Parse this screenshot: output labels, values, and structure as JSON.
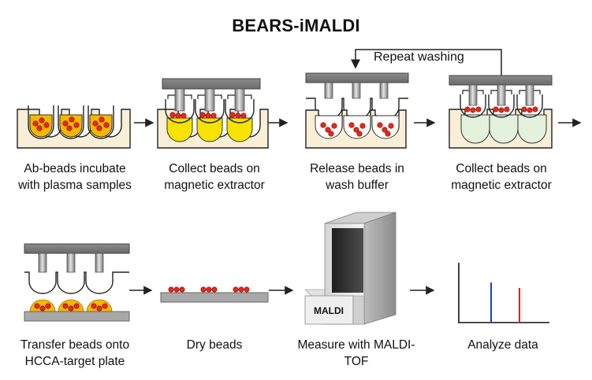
{
  "title": "BEARS-iMALDI",
  "repeat_label": "Repeat washing",
  "machine_label": "MALDI",
  "steps": [
    {
      "line1": "Ab-beads incubate",
      "line2": "with plasma samples"
    },
    {
      "line1": "Collect beads on",
      "line2": "magnetic extractor"
    },
    {
      "line1": "Release beads in",
      "line2": "wash buffer"
    },
    {
      "line1": "Collect beads on",
      "line2": "magnetic extractor"
    },
    {
      "line1": "Transfer beads onto",
      "line2": "HCCA-target plate"
    },
    {
      "line1": "Dry beads",
      "line2": ""
    },
    {
      "line1": "Measure with MALDI-",
      "line2": "TOF"
    },
    {
      "line1": "Analyze data",
      "line2": ""
    }
  ],
  "colors": {
    "tray": "#f8efd6",
    "sample_yellow": "#f7e200",
    "sample_amber": "#f5b800",
    "bead": "#e32a1e",
    "wash_fluid": "#e4f1dc",
    "metal": "#9a9a9a",
    "spectrum_blue": "#1f3fb8",
    "spectrum_red": "#e02020"
  }
}
